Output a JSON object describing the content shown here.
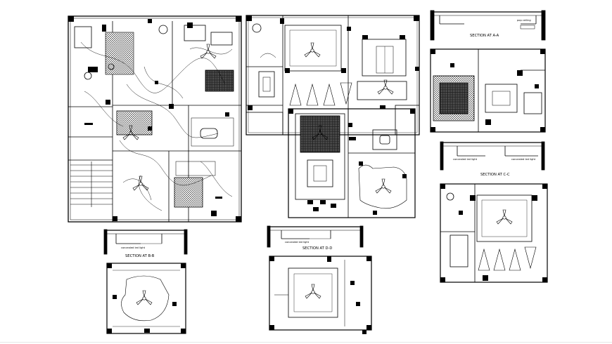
{
  "drawing": {
    "background": "#ffffff",
    "line_color": "#000000",
    "labels": {
      "section_aa": "SECTION AT A-A",
      "section_bb": "SECTION AT B-B",
      "section_cc": "SECTION AT C-C",
      "section_dd": "SECTION AT D-D",
      "concealed_light": "concealed led light",
      "pop_ceiling": "pop ceiling"
    }
  }
}
